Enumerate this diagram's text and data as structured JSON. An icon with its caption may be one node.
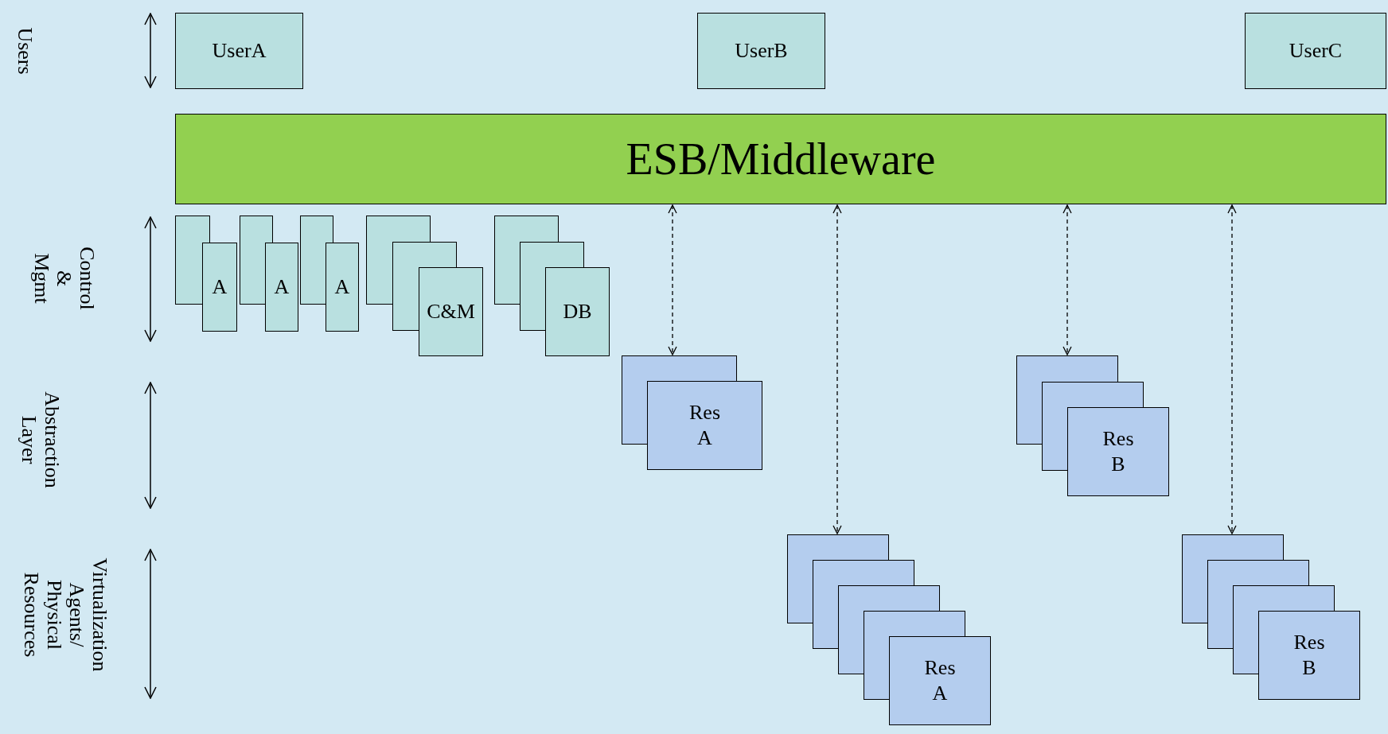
{
  "diagram": {
    "nodes": [
      {
        "text": [
          "UserA"
        ]
      },
      {
        "text": [
          "UserB"
        ]
      },
      {
        "text": [
          "UserC"
        ]
      },
      {
        "text": [
          "ESB/Middleware"
        ]
      },
      {
        "text": [
          "A"
        ]
      },
      {
        "text": [
          "A"
        ]
      },
      {
        "text": [
          "A"
        ]
      },
      {
        "text": [
          "C&M"
        ]
      },
      {
        "text": [
          "DB"
        ]
      },
      {
        "text": [
          "Res A"
        ]
      },
      {
        "text": [
          "Res B"
        ]
      },
      {
        "text": [
          "Res A"
        ]
      },
      {
        "text": [
          "Res B"
        ]
      }
    ],
    "edges": [
      {
        "from": 3,
        "to": 9,
        "arrow": "both",
        "style": "dashed"
      },
      {
        "from": 3,
        "to": 11,
        "arrow": "both",
        "style": "dashed"
      },
      {
        "from": 3,
        "to": 10,
        "arrow": "both",
        "style": "dashed"
      },
      {
        "from": 3,
        "to": 12,
        "arrow": "both",
        "style": "dashed"
      }
    ],
    "labels": [
      "Users",
      "Control & Mgmt",
      "Abstraction Layer",
      "Virtualization Agents/ Physical Resources"
    ]
  }
}
